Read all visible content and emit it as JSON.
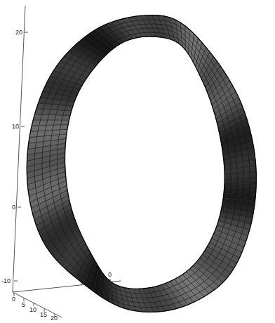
{
  "diagram": {
    "labels": [
      "20",
      "10",
      "0",
      "-10",
      "0",
      "5",
      "10",
      "15",
      "20",
      "-10",
      "0"
    ]
  }
}
